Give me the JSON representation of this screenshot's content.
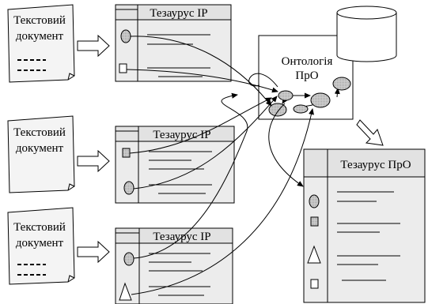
{
  "documents": [
    {
      "line1": "Текстовий",
      "line2": "документ"
    },
    {
      "line1": "Текстовий",
      "line2": "документ"
    },
    {
      "line1": "Текстовий",
      "line2": "документ"
    }
  ],
  "thesauri_ir": [
    {
      "title": "Тезаурус ІР"
    },
    {
      "title": "Тезаурус ІР"
    },
    {
      "title": "Тезаурус ІР"
    }
  ],
  "ontology": {
    "line1": "Онтологія",
    "line2": "ПрО"
  },
  "thesaurus_domain": {
    "title": "Тезаурус ПрО"
  }
}
